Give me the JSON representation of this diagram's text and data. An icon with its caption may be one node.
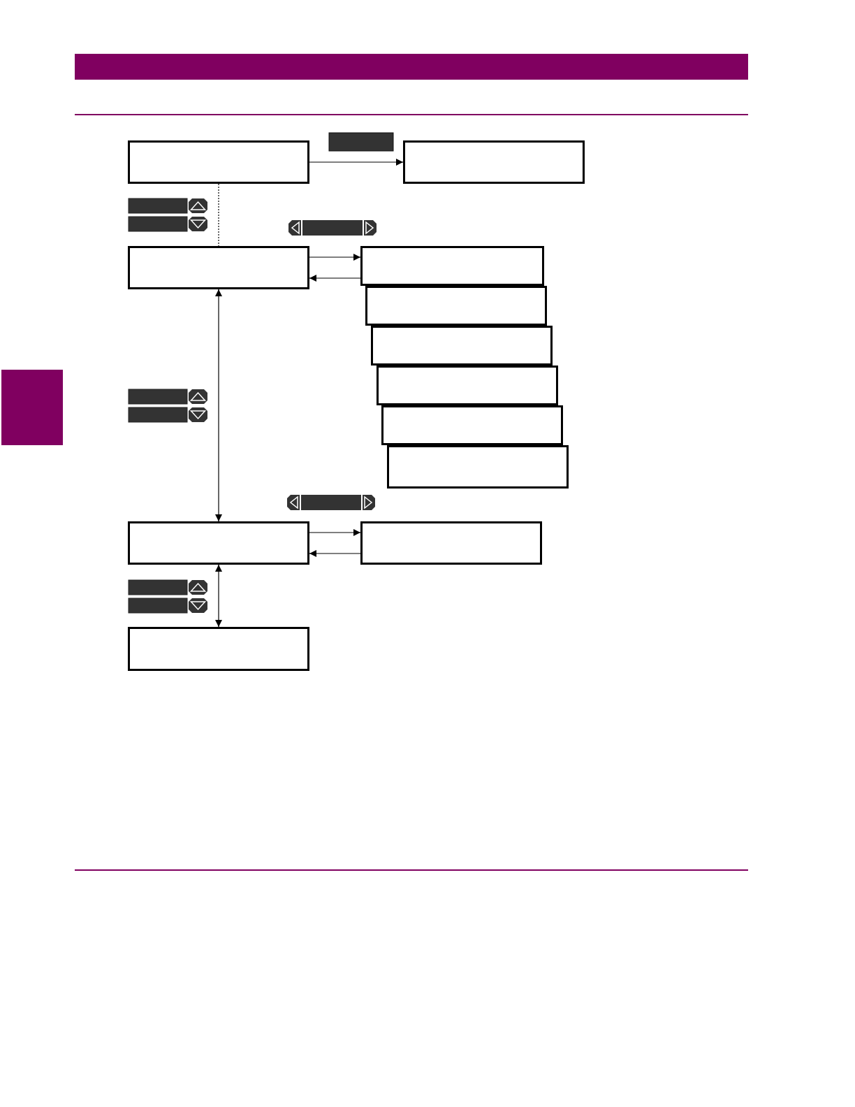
{
  "diagram": {
    "nodes": [
      {
        "text": [],
        "shape": "box"
      },
      {
        "text": [],
        "shape": "box"
      },
      {
        "text": [],
        "shape": "box"
      },
      {
        "text": [],
        "shape": "box"
      },
      {
        "text": [],
        "shape": "box"
      },
      {
        "text": [],
        "shape": "box"
      },
      {
        "text": [],
        "shape": "box"
      },
      {
        "text": [],
        "shape": "box"
      },
      {
        "text": [],
        "shape": "box"
      },
      {
        "text": [],
        "shape": "box"
      },
      {
        "text": [],
        "shape": "box"
      },
      {
        "text": [],
        "shape": "box"
      },
      {
        "text": [],
        "shape": "bar"
      }
    ],
    "edges": [
      {
        "from": 0,
        "to": 1,
        "arrow": "to"
      },
      {
        "from": 0,
        "to": 2,
        "arrow": "none",
        "style": "dashed"
      },
      {
        "from": 2,
        "to": 3,
        "arrow": "to"
      },
      {
        "from": 3,
        "to": 2,
        "arrow": "to"
      },
      {
        "from": 2,
        "to": 9,
        "arrow": "both"
      },
      {
        "from": 9,
        "to": 10,
        "arrow": "to"
      },
      {
        "from": 10,
        "to": 9,
        "arrow": "to"
      },
      {
        "from": 9,
        "to": 11,
        "arrow": "both"
      }
    ]
  }
}
